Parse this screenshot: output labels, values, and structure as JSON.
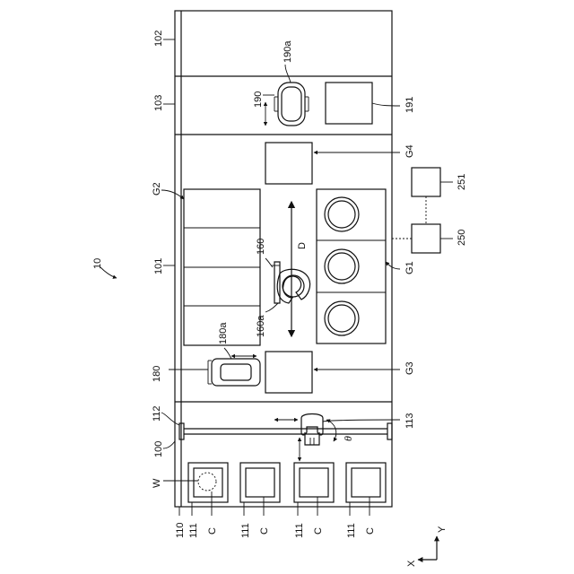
{
  "labels": {
    "system": "10",
    "r102": "102",
    "r103": "103",
    "r101": "101",
    "r100": "100",
    "r190a": "190a",
    "r190": "190",
    "r191": "191",
    "g4": "G4",
    "g2": "G2",
    "g1": "G1",
    "g3": "G3",
    "r251": "251",
    "r250": "250",
    "r160": "160",
    "r160a": "160a",
    "d": "D",
    "r180a": "180a",
    "r180": "180",
    "r112": "112",
    "r113": "113",
    "theta": "θ",
    "w": "W",
    "c1": "C",
    "c2": "C",
    "c3": "C",
    "c4": "C",
    "r110": "110",
    "r111a": "111",
    "r111b": "111",
    "r111c": "111",
    "r111d": "111",
    "axis_x": "X",
    "axis_y": "Y"
  }
}
